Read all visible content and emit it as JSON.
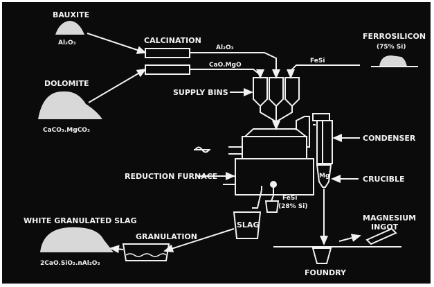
{
  "labels": {
    "bauxite": "BAUXITE",
    "bauxite_formula": "Al₂O₃",
    "dolomite": "DOLOMITE",
    "dolomite_formula": "CaCO₃.MgCO₃",
    "calcination": "CALCINATION",
    "al2o3": "Al₂O₃",
    "cao_mgo": "CaO.MgO",
    "fesi": "FeSi",
    "ferrosilicon": "FERROSILICON",
    "ferrosilicon_pct": "(75% Si)",
    "supply_bins": "SUPPLY BINS",
    "condenser": "CONDENSER",
    "reduction_furnace": "REDUCTION FURNACE",
    "mg": "Mg",
    "crucible": "CRUCIBLE",
    "fesi_out": "FeSi",
    "fesi_out_pct": "(28% Si)",
    "slag": "SLAG",
    "white_slag": "WHITE GRANULATED SLAG",
    "granulation": "GRANULATION",
    "slag_formula": "2CaO.SiO₂.nAl₂O₃",
    "magnesium_ingot": "MAGNESIUM",
    "magnesium_ingot_2": "INGOT",
    "foundry": "FOUNDRY"
  },
  "colors": {
    "background": "#0b0b0b",
    "foreground": "#f2f2f2"
  }
}
